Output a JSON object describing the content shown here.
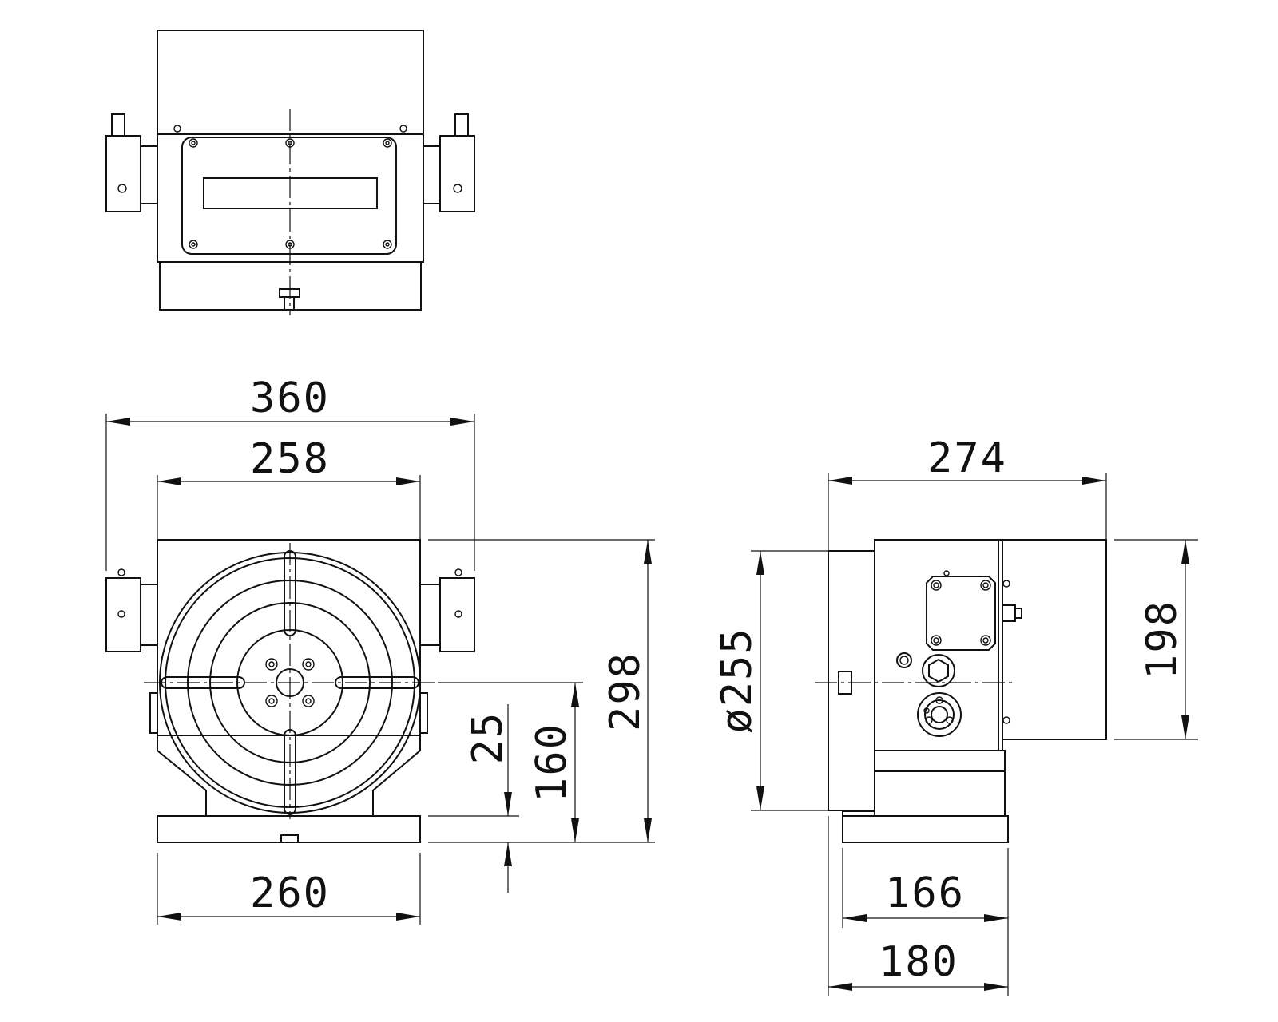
{
  "dimensions": {
    "front_overall_width": "360",
    "front_body_width": "258",
    "front_base_width": "260",
    "front_total_height": "298",
    "front_center_height": "160",
    "front_key_height": "25",
    "side_overall_length": "274",
    "side_table_diameter": "ø255",
    "side_body_height": "198",
    "side_base_inner": "166",
    "side_base_outer": "180"
  }
}
